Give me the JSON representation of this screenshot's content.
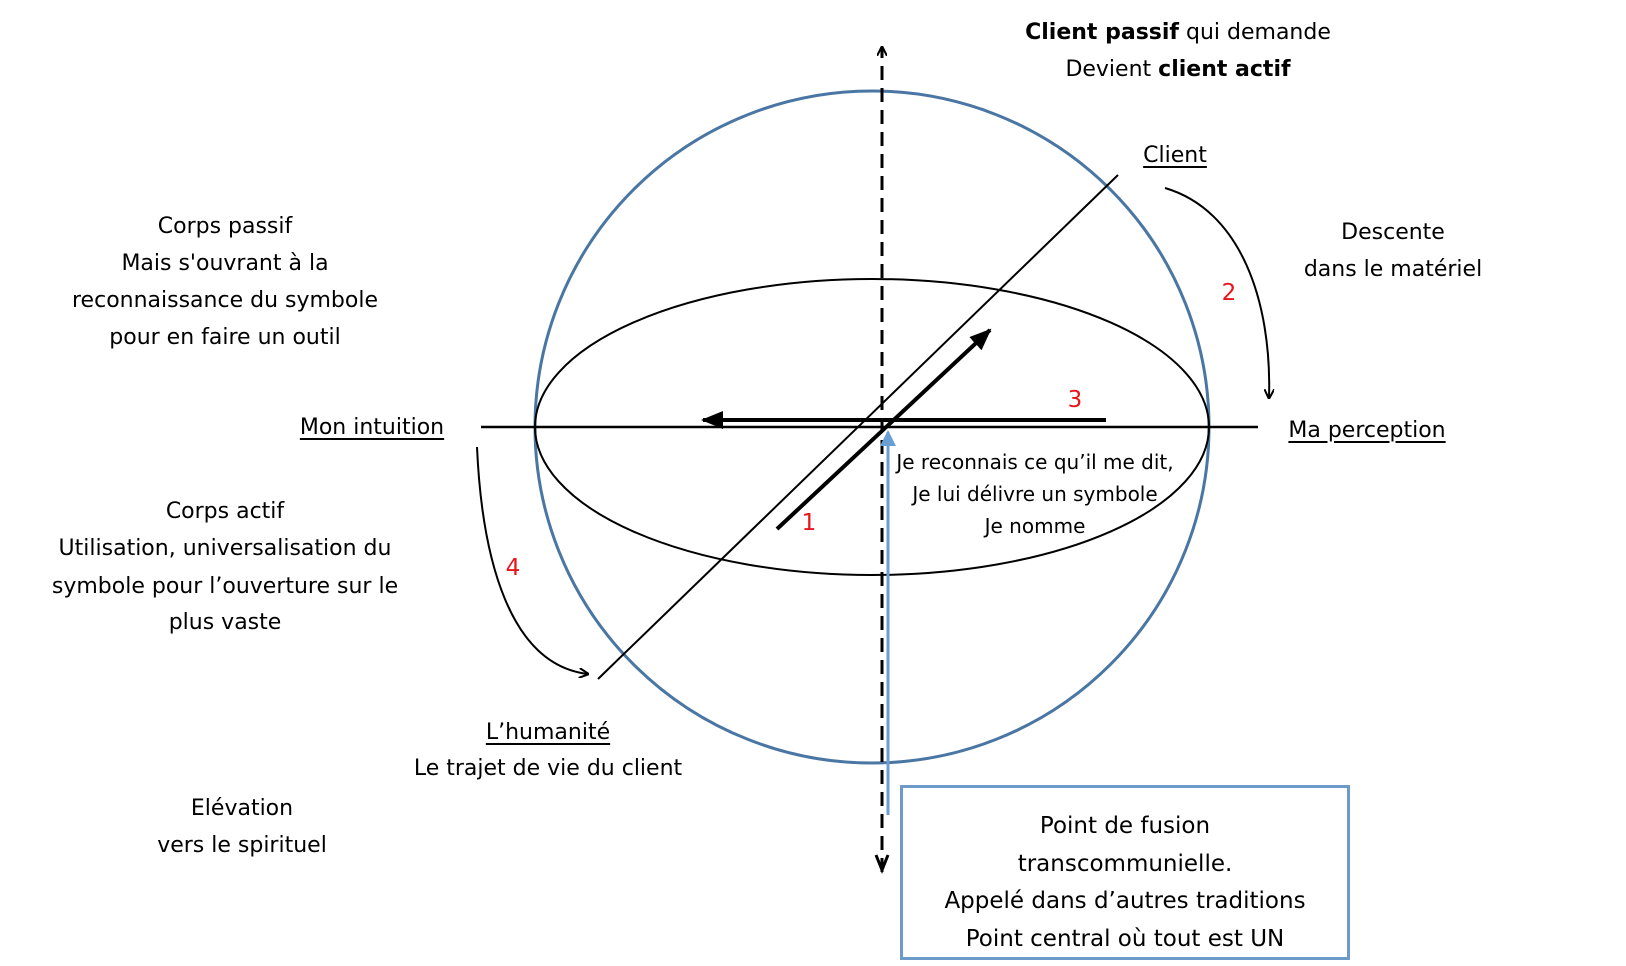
{
  "top_label": {
    "line1_bold": "Client passif",
    "line1_rest": " qui demande",
    "line2_start": "Devient ",
    "line2_bold": "client actif"
  },
  "client_label": "Client",
  "descente": [
    "Descente",
    "dans le matériel"
  ],
  "corps_passif": {
    "title": "Corps passif",
    "lines": [
      "Mais s'ouvrant à la",
      "reconnaissance du symbole",
      "pour en faire un outil"
    ]
  },
  "mon_intuition": "Mon intuition",
  "ma_perception": "Ma perception",
  "corps_actif": {
    "title": "Corps actif",
    "lines": [
      "Utilisation, universalisation du",
      "symbole pour l’ouverture sur le",
      "plus vaste"
    ]
  },
  "humanite": {
    "title": "L’humanité",
    "subtitle": "Le trajet de vie du client"
  },
  "elevation": [
    "Elévation",
    "vers le spirituel"
  ],
  "center_text": [
    "Je reconnais ce qu’il me dit,",
    "Je lui délivre un symbole",
    "Je nomme"
  ],
  "step_numbers": [
    "1",
    "2",
    "3",
    "4"
  ],
  "fusion_box": [
    "Point de fusion",
    "transcommunielle.",
    "Appelé dans d’autres traditions",
    "Point central où tout est UN"
  ],
  "colors": {
    "sphere": "#4a76a3",
    "box_border": "#6d9bc9",
    "blue_arrow": "#6a9fd4",
    "step_numbers": "#e8141b"
  }
}
